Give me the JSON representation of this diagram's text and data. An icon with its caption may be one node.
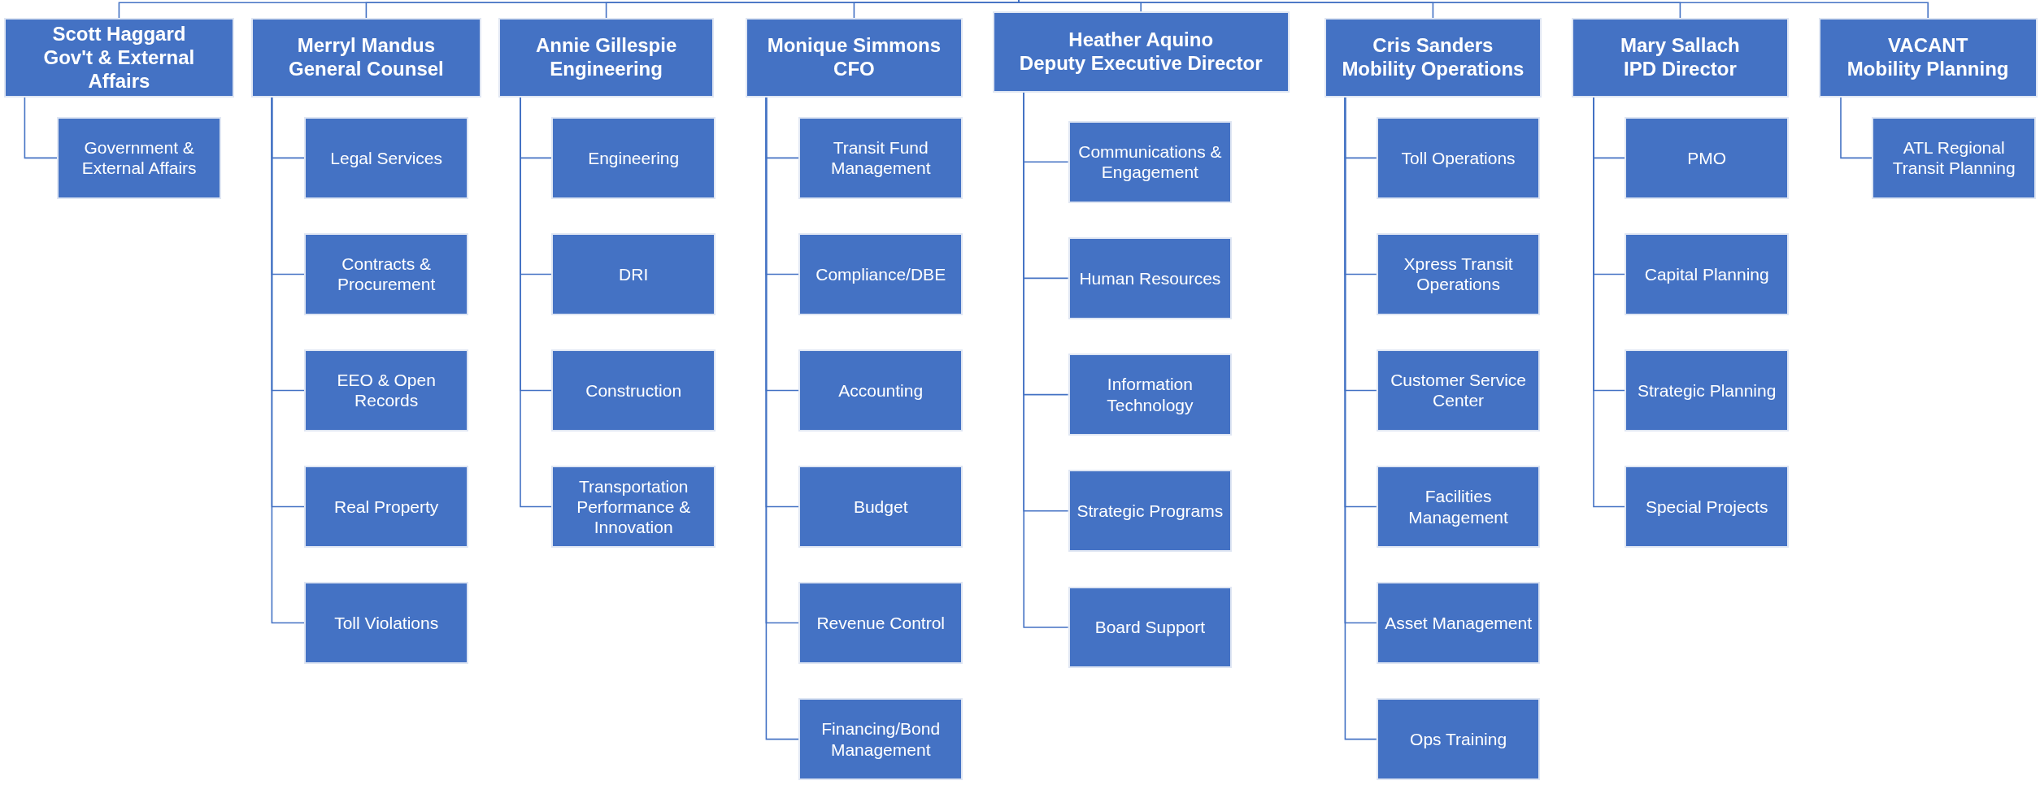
{
  "diagram": {
    "nodes": [
      {
        "text": [
          "Scott Haggard",
          "Gov't & External Affairs"
        ]
      },
      {
        "text": [
          "Government & External Affairs"
        ]
      },
      {
        "text": [
          "Merryl Mandus",
          "General Counsel"
        ]
      },
      {
        "text": [
          "Legal Services"
        ]
      },
      {
        "text": [
          "Contracts & Procurement"
        ]
      },
      {
        "text": [
          "EEO & Open Records"
        ]
      },
      {
        "text": [
          "Real Property"
        ]
      },
      {
        "text": [
          "Toll Violations"
        ]
      },
      {
        "text": [
          "Annie Gillespie",
          "Engineering"
        ]
      },
      {
        "text": [
          "Engineering"
        ]
      },
      {
        "text": [
          "DRI"
        ]
      },
      {
        "text": [
          "Construction"
        ]
      },
      {
        "text": [
          "Transportation Performance & Innovation"
        ]
      },
      {
        "text": [
          "Monique Simmons",
          "CFO"
        ]
      },
      {
        "text": [
          "Transit Fund Management"
        ]
      },
      {
        "text": [
          "Compliance/DBE"
        ]
      },
      {
        "text": [
          "Accounting"
        ]
      },
      {
        "text": [
          "Budget"
        ]
      },
      {
        "text": [
          "Revenue Control"
        ]
      },
      {
        "text": [
          "Financing/Bond Management"
        ]
      },
      {
        "text": [
          "Heather Aquino",
          "Deputy Executive Director"
        ]
      },
      {
        "text": [
          "Communications & Engagement"
        ]
      },
      {
        "text": [
          "Human Resources"
        ]
      },
      {
        "text": [
          "Information Technology"
        ]
      },
      {
        "text": [
          "Strategic Programs"
        ]
      },
      {
        "text": [
          "Board Support"
        ]
      },
      {
        "text": [
          "Cris Sanders",
          "Mobility Operations"
        ]
      },
      {
        "text": [
          "Toll Operations"
        ]
      },
      {
        "text": [
          "Xpress Transit Operations"
        ]
      },
      {
        "text": [
          "Customer Service Center"
        ]
      },
      {
        "text": [
          "Facilities Management"
        ]
      },
      {
        "text": [
          "Asset Management"
        ]
      },
      {
        "text": [
          "Ops Training"
        ]
      },
      {
        "text": [
          "Mary Sallach",
          "IPD Director"
        ]
      },
      {
        "text": [
          "PMO"
        ]
      },
      {
        "text": [
          "Capital Planning"
        ]
      },
      {
        "text": [
          "Strategic Planning"
        ]
      },
      {
        "text": [
          "Special Projects"
        ]
      },
      {
        "text": [
          "VACANT",
          "Mobility Planning"
        ]
      },
      {
        "text": [
          "ATL Regional Transit Planning"
        ]
      }
    ],
    "edges": [
      {
        "from": null,
        "to": 0,
        "arrow": "none"
      },
      {
        "from": null,
        "to": 2,
        "arrow": "none"
      },
      {
        "from": null,
        "to": 8,
        "arrow": "none"
      },
      {
        "from": null,
        "to": 13,
        "arrow": "none"
      },
      {
        "from": null,
        "to": 20,
        "arrow": "none"
      },
      {
        "from": null,
        "to": 26,
        "arrow": "none"
      },
      {
        "from": null,
        "to": 33,
        "arrow": "none"
      },
      {
        "from": null,
        "to": 38,
        "arrow": "none"
      },
      {
        "from": 0,
        "to": 1,
        "arrow": "none"
      },
      {
        "from": 2,
        "to": 3,
        "arrow": "none"
      },
      {
        "from": 2,
        "to": 4,
        "arrow": "none"
      },
      {
        "from": 2,
        "to": 5,
        "arrow": "none"
      },
      {
        "from": 2,
        "to": 6,
        "arrow": "none"
      },
      {
        "from": 2,
        "to": 7,
        "arrow": "none"
      },
      {
        "from": 8,
        "to": 9,
        "arrow": "none"
      },
      {
        "from": 8,
        "to": 10,
        "arrow": "none"
      },
      {
        "from": 8,
        "to": 11,
        "arrow": "none"
      },
      {
        "from": 8,
        "to": 12,
        "arrow": "none"
      },
      {
        "from": 13,
        "to": 14,
        "arrow": "none"
      },
      {
        "from": 13,
        "to": 15,
        "arrow": "none"
      },
      {
        "from": 13,
        "to": 16,
        "arrow": "none"
      },
      {
        "from": 13,
        "to": 17,
        "arrow": "none"
      },
      {
        "from": 13,
        "to": 18,
        "arrow": "none"
      },
      {
        "from": 13,
        "to": 19,
        "arrow": "none"
      },
      {
        "from": 20,
        "to": 21,
        "arrow": "none"
      },
      {
        "from": 20,
        "to": 22,
        "arrow": "none"
      },
      {
        "from": 20,
        "to": 23,
        "arrow": "none"
      },
      {
        "from": 20,
        "to": 24,
        "arrow": "none"
      },
      {
        "from": 20,
        "to": 25,
        "arrow": "none"
      },
      {
        "from": 26,
        "to": 27,
        "arrow": "none"
      },
      {
        "from": 26,
        "to": 28,
        "arrow": "none"
      },
      {
        "from": 26,
        "to": 29,
        "arrow": "none"
      },
      {
        "from": 26,
        "to": 30,
        "arrow": "none"
      },
      {
        "from": 26,
        "to": 31,
        "arrow": "none"
      },
      {
        "from": 26,
        "to": 32,
        "arrow": "none"
      },
      {
        "from": 33,
        "to": 34,
        "arrow": "none"
      },
      {
        "from": 33,
        "to": 35,
        "arrow": "none"
      },
      {
        "from": 33,
        "to": 36,
        "arrow": "none"
      },
      {
        "from": 33,
        "to": 37,
        "arrow": "none"
      },
      {
        "from": 38,
        "to": 39,
        "arrow": "none"
      }
    ]
  }
}
